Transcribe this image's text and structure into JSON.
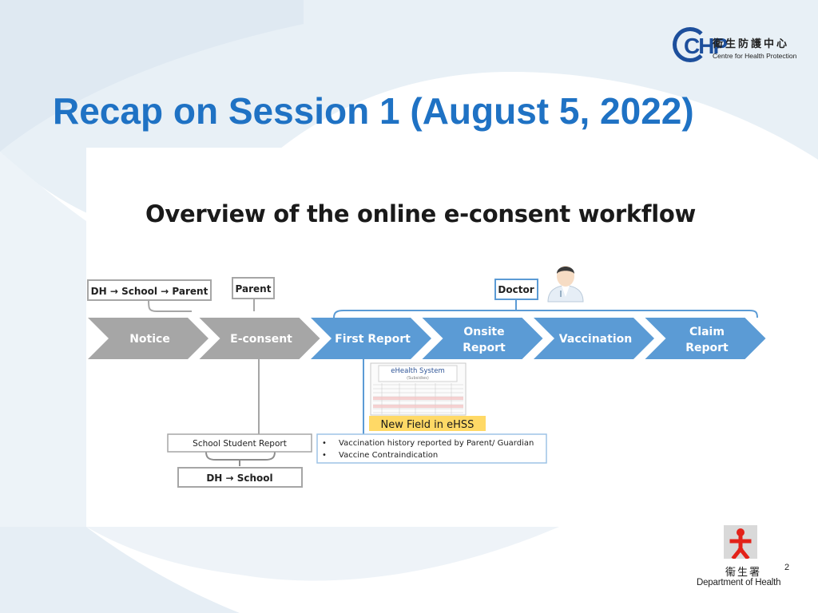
{
  "slide": {
    "title": "Recap on Session 1 (August 5, 2022)",
    "subtitle": "Overview of the online e-consent workflow",
    "page_number": "2"
  },
  "logos": {
    "chp_mark": "CHP",
    "chp_chinese": "衛生防護中心",
    "chp_english": "Centre for Health Protection",
    "dh_chinese": "衞生署",
    "dh_english": "Department of Health"
  },
  "workflow": {
    "steps": [
      {
        "label": "Notice",
        "color": "#a6a6a6"
      },
      {
        "label": "E-consent",
        "color": "#a6a6a6"
      },
      {
        "label": "First Report",
        "color": "#5b9bd5"
      },
      {
        "label": [
          "Onsite",
          "Report"
        ],
        "color": "#5b9bd5"
      },
      {
        "label": "Vaccination",
        "color": "#5b9bd5"
      },
      {
        "label": [
          "Claim",
          "Report"
        ],
        "color": "#5b9bd5"
      }
    ],
    "actors": {
      "dh_school_parent": "DH → School → Parent",
      "parent": "Parent",
      "doctor": "Doctor"
    },
    "reports": {
      "school_student_report": "School Student Report",
      "dh_school": "DH → School",
      "new_field": "New Field in eHSS",
      "ehealth_title": "eHealth System",
      "ehealth_sub": "(Subsidies)",
      "bullets": [
        "Vaccination history reported by Parent/ Guardian",
        "Vaccine Contraindication"
      ]
    }
  },
  "colors": {
    "title": "#1f72c4",
    "grey_step": "#a6a6a6",
    "blue_step": "#5b9bd5",
    "highlight": "#ffd966"
  }
}
